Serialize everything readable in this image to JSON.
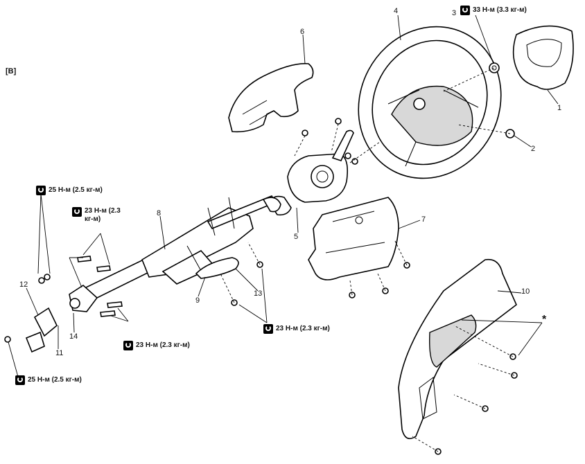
{
  "view_label": "[B]",
  "callouts": [
    "1",
    "2",
    "3",
    "4",
    "5",
    "6",
    "7",
    "8",
    "9",
    "10",
    "11",
    "12",
    "13",
    "14",
    "*"
  ],
  "torque_specs": {
    "t1": {
      "line1": "33 Н-м (3.3 кг-м)"
    },
    "t2": {
      "line1": "25 Н-м (2.5 кг-м)"
    },
    "t3": {
      "line1": "23 Н-м (2.3",
      "line2": "кг-м)"
    },
    "t4": {
      "line1": "23 Н-м (2.3 кг-м)"
    },
    "t5": {
      "line1": "23 Н-м (2.3 кг-м)"
    },
    "t6": {
      "line1": "25 Н-м (2.5 кг-м)"
    }
  },
  "icons": {
    "torque": "torque-wrench-icon"
  }
}
